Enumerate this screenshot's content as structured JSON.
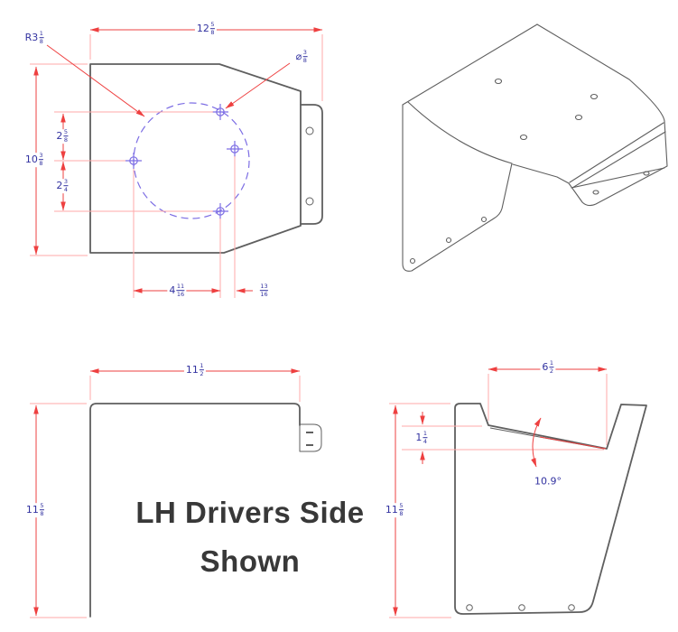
{
  "caption": {
    "line1": "LH Drivers Side",
    "line2": "Shown"
  },
  "colors": {
    "part_line": "#5f5f5f",
    "bolt_circle": "#7d6ee4",
    "dim_line": "#ee4040",
    "ext_line": "#ffa8a8",
    "dim_text": "#3232a0",
    "caption": "#383838"
  },
  "views": {
    "front": {
      "dims": {
        "width": {
          "whole": "12",
          "num": "5",
          "den": "8"
        },
        "radius": {
          "prefix": "R",
          "whole": "3",
          "num": "1",
          "den": "8"
        },
        "hole_dia": {
          "prefix": "⌀",
          "num": "3",
          "den": "8"
        },
        "upper_spacing": {
          "whole": "2",
          "num": "5",
          "den": "8"
        },
        "height": {
          "whole": "10",
          "num": "3",
          "den": "8"
        },
        "lower_spacing": {
          "whole": "2",
          "num": "3",
          "den": "4"
        },
        "hole_spacing": {
          "whole": "4",
          "num": "11",
          "den": "16"
        },
        "edge_offset": {
          "num": "13",
          "den": "16"
        }
      }
    },
    "side_left": {
      "dims": {
        "width": {
          "whole": "11",
          "num": "1",
          "den": "2"
        },
        "height": {
          "whole": "11",
          "num": "5",
          "den": "8"
        }
      }
    },
    "side_right": {
      "dims": {
        "top_width": {
          "whole": "6",
          "num": "1",
          "den": "2"
        },
        "notch_depth": {
          "whole": "1",
          "num": "1",
          "den": "4"
        },
        "bend_angle": {
          "text": "10.9°"
        },
        "height": {
          "whole": "11",
          "num": "5",
          "den": "8"
        }
      }
    }
  }
}
